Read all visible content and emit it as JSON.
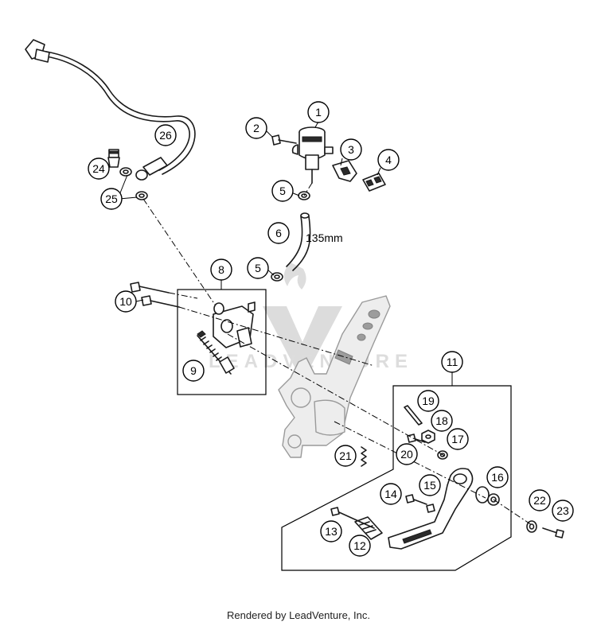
{
  "diagram": {
    "callouts": [
      {
        "id": "1",
        "label": "1"
      },
      {
        "id": "2",
        "label": "2"
      },
      {
        "id": "3",
        "label": "3"
      },
      {
        "id": "4",
        "label": "4"
      },
      {
        "id": "5a",
        "label": "5"
      },
      {
        "id": "5b",
        "label": "5"
      },
      {
        "id": "6",
        "label": "6"
      },
      {
        "id": "8",
        "label": "8"
      },
      {
        "id": "9",
        "label": "9"
      },
      {
        "id": "10",
        "label": "10"
      },
      {
        "id": "11",
        "label": "11"
      },
      {
        "id": "12",
        "label": "12"
      },
      {
        "id": "13",
        "label": "13"
      },
      {
        "id": "14",
        "label": "14"
      },
      {
        "id": "15",
        "label": "15"
      },
      {
        "id": "16",
        "label": "16"
      },
      {
        "id": "17",
        "label": "17"
      },
      {
        "id": "18",
        "label": "18"
      },
      {
        "id": "19",
        "label": "19"
      },
      {
        "id": "20",
        "label": "20"
      },
      {
        "id": "21",
        "label": "21"
      },
      {
        "id": "22",
        "label": "22"
      },
      {
        "id": "23",
        "label": "23"
      },
      {
        "id": "24",
        "label": "24"
      },
      {
        "id": "25",
        "label": "25"
      },
      {
        "id": "26",
        "label": "26"
      }
    ],
    "hose_length_label": "135mm",
    "watermark_text": "LEADVENTURE"
  },
  "footer": {
    "text": "Rendered by LeadVenture, Inc."
  }
}
